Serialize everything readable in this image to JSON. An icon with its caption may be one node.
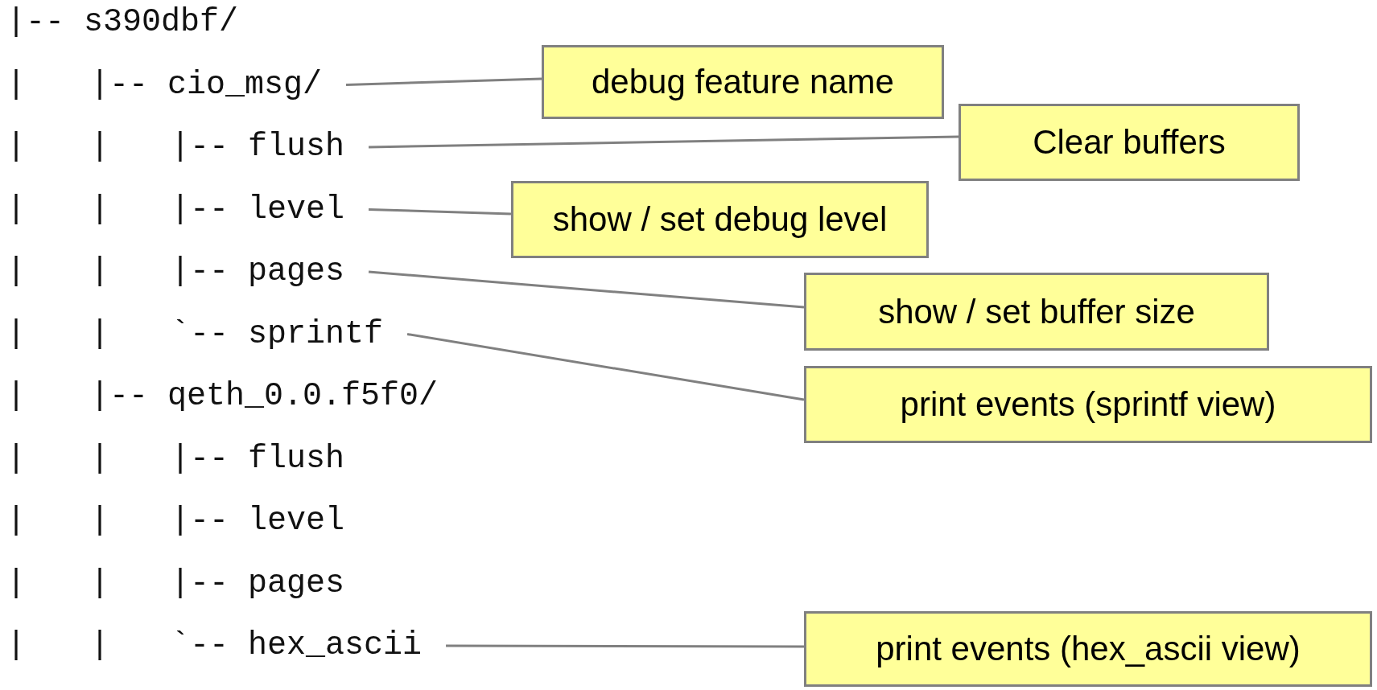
{
  "diagram": {
    "nodes": [
      {
        "text": [
          "|-- cio_msg/"
        ]
      },
      {
        "text": [
          "debug feature name"
        ]
      },
      {
        "text": [
          "|-- flush"
        ]
      },
      {
        "text": [
          "Clear buffers"
        ]
      },
      {
        "text": [
          "|-- level"
        ]
      },
      {
        "text": [
          "show / set debug level"
        ]
      },
      {
        "text": [
          "|-- pages"
        ]
      },
      {
        "text": [
          "show / set buffer size"
        ]
      },
      {
        "text": [
          "`-- sprintf"
        ]
      },
      {
        "text": [
          "print events (sprintf view)"
        ]
      },
      {
        "text": [
          "`-- hex_ascii"
        ]
      },
      {
        "text": [
          "print events (hex_ascii view)"
        ]
      }
    ],
    "edges": [
      {
        "from": 0,
        "to": 1,
        "arrow": "none"
      },
      {
        "from": 2,
        "to": 3,
        "arrow": "none"
      },
      {
        "from": 4,
        "to": 5,
        "arrow": "none"
      },
      {
        "from": 6,
        "to": 7,
        "arrow": "none"
      },
      {
        "from": 8,
        "to": 9,
        "arrow": "none"
      },
      {
        "from": 10,
        "to": 11,
        "arrow": "none"
      }
    ],
    "labels": [
      "|-- s390dbf/",
      "|",
      "|",
      "|",
      "|",
      "|",
      "|",
      "|",
      "|",
      "|",
      "|",
      "|-- qeth_0.0.f5f0/",
      "|",
      "|",
      "|-- flush",
      "|",
      "|",
      "|-- level",
      "|",
      "|",
      "|-- pages",
      "|",
      "|"
    ]
  }
}
